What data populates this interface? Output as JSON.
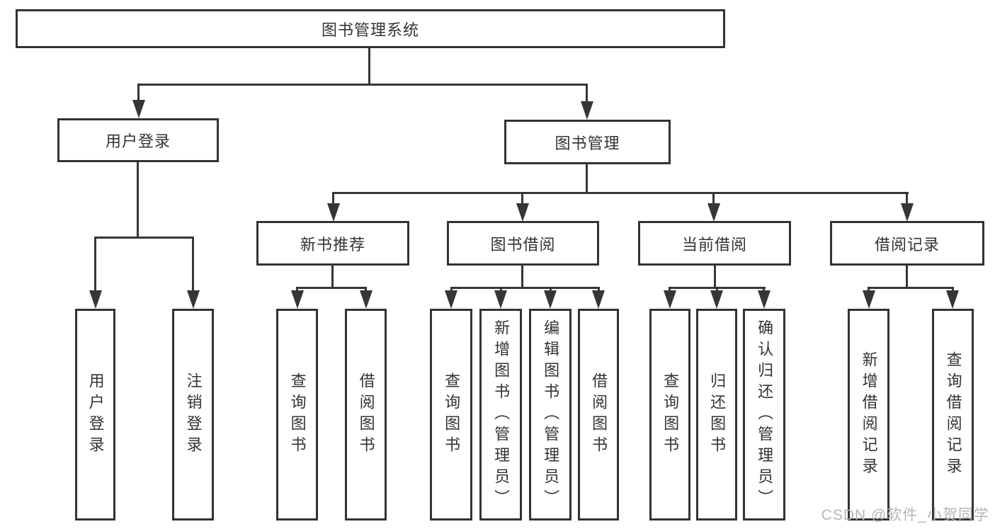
{
  "diagram": {
    "title": "图书管理系统",
    "type": "hierarchy-tree",
    "colors": {
      "line": "#363636",
      "border": "#333333",
      "box_fill": "#ffffff",
      "text": "#333333",
      "watermark": "#b5b5b5"
    },
    "tree": {
      "label": "图书管理系统",
      "children": [
        {
          "label": "用户登录",
          "children": [
            {
              "label": "用户登录"
            },
            {
              "label": "注销登录"
            }
          ]
        },
        {
          "label": "图书管理",
          "children": [
            {
              "label": "新书推荐",
              "children": [
                {
                  "label": "查询图书"
                },
                {
                  "label": "借阅图书"
                }
              ]
            },
            {
              "label": "图书借阅",
              "children": [
                {
                  "label": "查询图书"
                },
                {
                  "label": "新增图书（管理员）"
                },
                {
                  "label": "编辑图书（管理员）"
                },
                {
                  "label": "借阅图书"
                }
              ]
            },
            {
              "label": "当前借阅",
              "children": [
                {
                  "label": "查询图书"
                },
                {
                  "label": "归还图书"
                },
                {
                  "label": "确认归还（管理员）"
                }
              ]
            },
            {
              "label": "借阅记录",
              "children": [
                {
                  "label": "新增借阅记录"
                },
                {
                  "label": "查询借阅记录"
                }
              ]
            }
          ]
        }
      ]
    }
  },
  "watermark": {
    "text": "CSDN @软件_小贺同学"
  }
}
